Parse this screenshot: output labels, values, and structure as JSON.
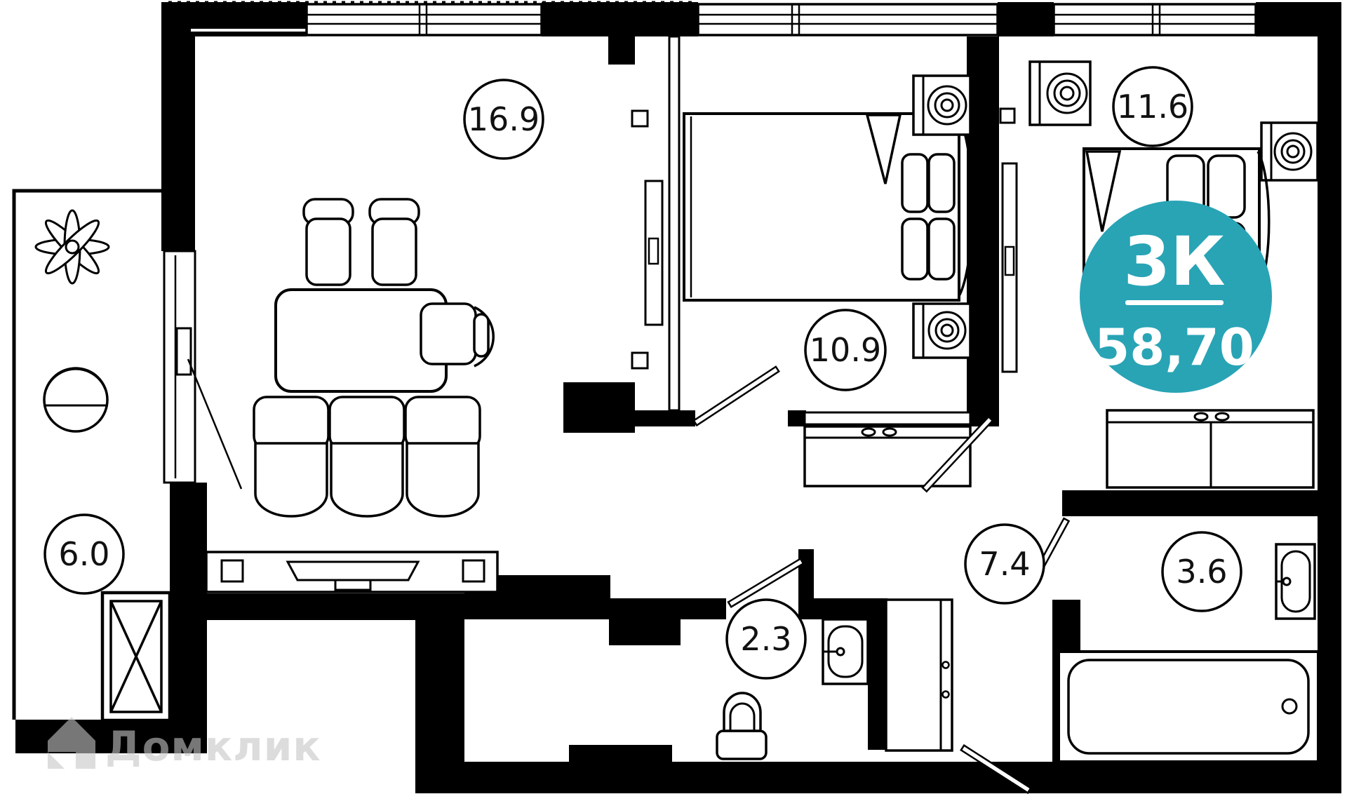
{
  "plan": {
    "rooms": [
      {
        "name": "living-room",
        "label": "16.9"
      },
      {
        "name": "bedroom",
        "label": "10.9"
      },
      {
        "name": "bedroom-2",
        "label": "11.6"
      },
      {
        "name": "balcony",
        "label": "6.0"
      },
      {
        "name": "hallway",
        "label": "7.4"
      },
      {
        "name": "bathroom",
        "label": "3.6"
      },
      {
        "name": "wc",
        "label": "2.3"
      }
    ],
    "badge": {
      "type": "3К",
      "area": "58,70",
      "color": "#28a4b5"
    },
    "watermark": {
      "text": "Домклик"
    },
    "colors": {
      "walls": "#000000",
      "background": "#ffffff",
      "accent": "#28a4b5",
      "watermark": "#c6c6c6"
    }
  }
}
